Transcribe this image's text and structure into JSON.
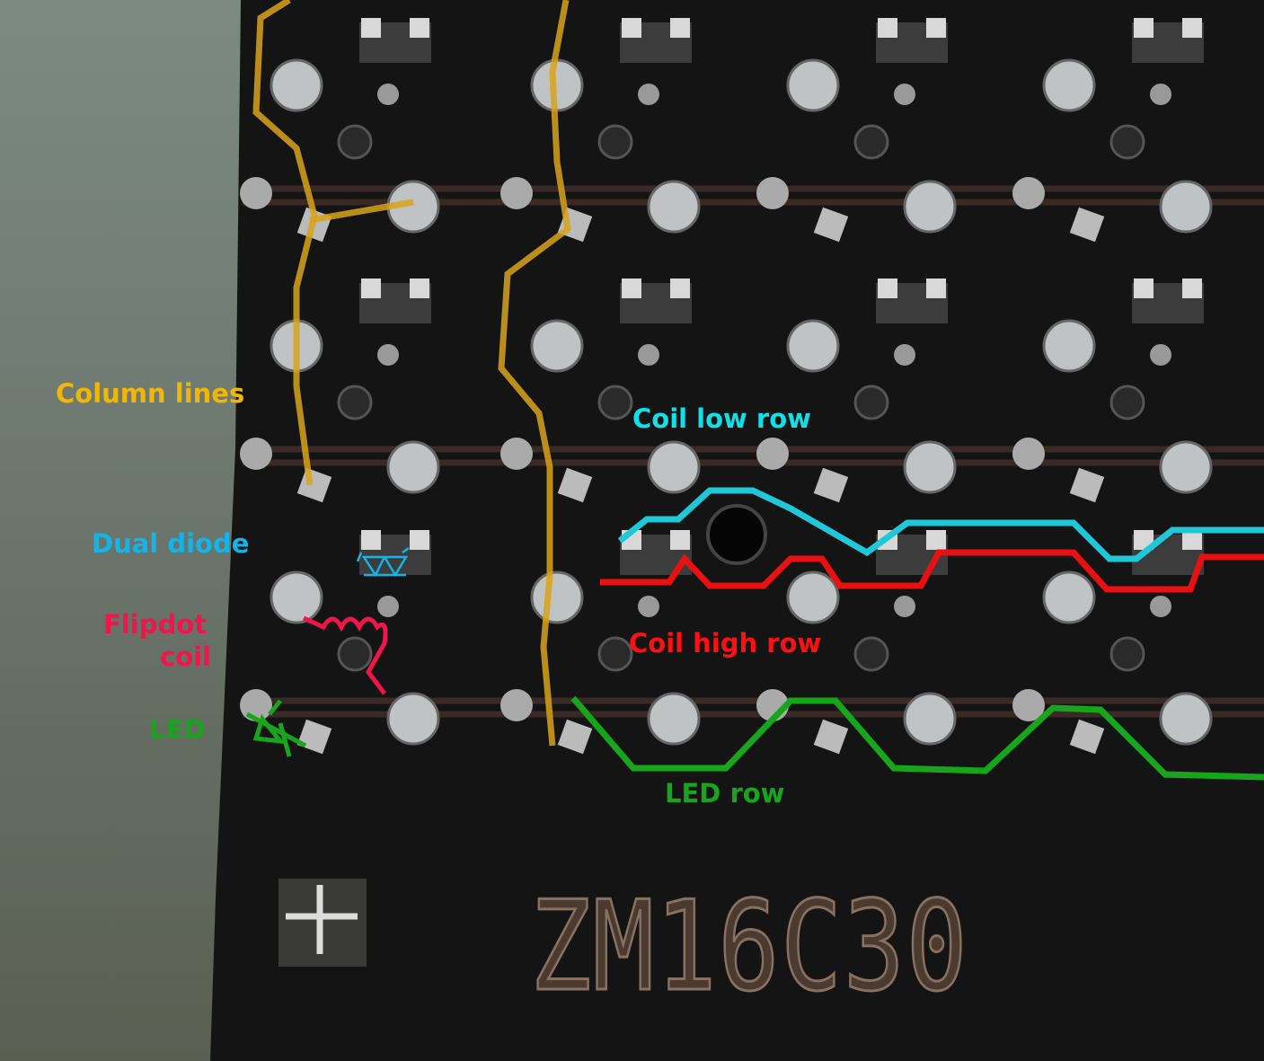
{
  "labels": {
    "column_lines": {
      "text": "Column lines",
      "color": "#f2b705"
    },
    "dual_diode": {
      "text": "Dual diode",
      "color": "#12b5ea"
    },
    "flipdot_coil_1": {
      "text": "Flipdot",
      "color": "#f0154a"
    },
    "flipdot_coil_2": {
      "text": "coil",
      "color": "#f0154a"
    },
    "led": {
      "text": "LED",
      "color": "#17a51c"
    },
    "coil_low_row": {
      "text": "Coil low row",
      "color": "#12e0e8"
    },
    "coil_high_row": {
      "text": "Coil high row",
      "color": "#ff1010"
    },
    "led_row": {
      "text": "LED row",
      "color": "#17a51c"
    }
  },
  "board_marking": "ZM16C30",
  "colors": {
    "column": "#d8a21a",
    "coil_low": "#1ec8d8",
    "coil_high": "#e81010",
    "led_row": "#17a51c",
    "pcb": "#141414",
    "trace": "#3a2a26"
  }
}
